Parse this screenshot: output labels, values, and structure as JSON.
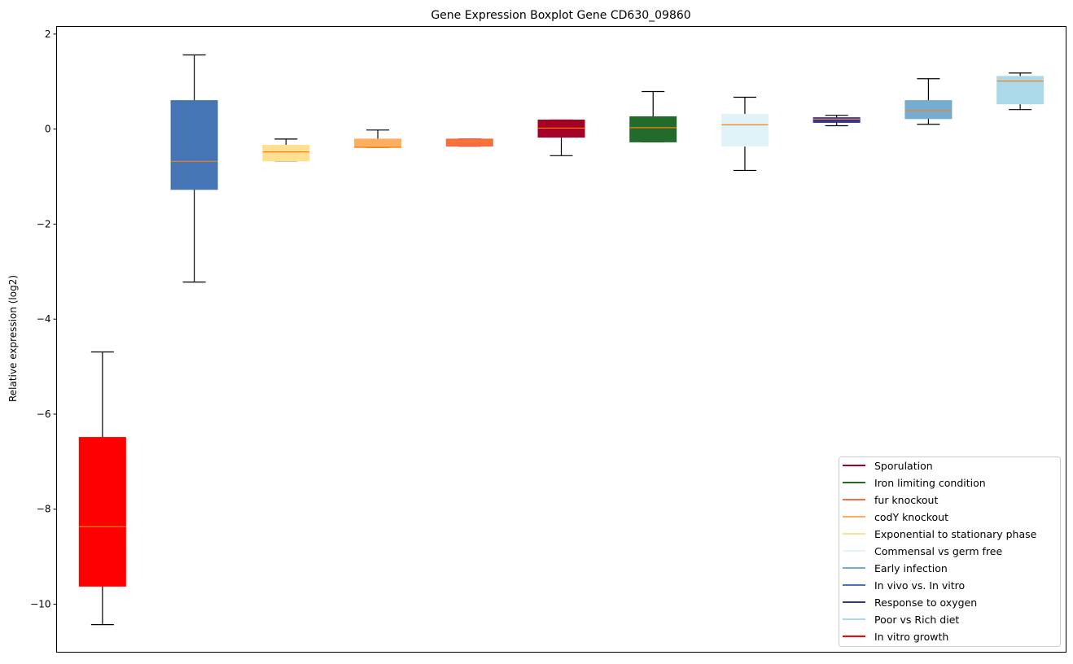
{
  "chart_data": {
    "type": "boxplot",
    "title": "Gene Expression Boxplot Gene CD630_09860",
    "xlabel": "",
    "ylabel": "Relative expression (log2)",
    "ylim": [
      -11.01,
      2.16
    ],
    "yticks": [
      2,
      0,
      -2,
      -4,
      -6,
      -8,
      -10
    ],
    "ytick_labels": [
      "2",
      "0",
      "−2",
      "−4",
      "−6",
      "−8",
      "−10"
    ],
    "grid": false,
    "legend_position": "lower-right",
    "median_color": "#ff7f0e",
    "boxes": [
      {
        "name": "In vitro growth",
        "color": "#ff0000",
        "whislo": -10.43,
        "q1": -9.62,
        "med": -8.37,
        "q3": -6.49,
        "whishi": -4.69
      },
      {
        "name": "In vivo vs. In vitro",
        "color": "#4575b4",
        "whislo": -3.22,
        "q1": -1.27,
        "med": -0.68,
        "q3": 0.6,
        "whishi": 1.56
      },
      {
        "name": "Exponential to stationary phase",
        "color": "#fee090",
        "whislo": -0.67,
        "q1": -0.67,
        "med": -0.48,
        "q3": -0.34,
        "whishi": -0.21
      },
      {
        "name": "codY knockout",
        "color": "#fdae61",
        "whislo": -0.39,
        "q1": -0.39,
        "med": -0.38,
        "q3": -0.21,
        "whishi": -0.02
      },
      {
        "name": "fur knockout",
        "color": "#f46d43",
        "whislo": -0.36,
        "q1": -0.36,
        "med": -0.26,
        "q3": -0.21,
        "whishi": -0.21
      },
      {
        "name": "Sporulation",
        "color": "#a50026",
        "whislo": -0.56,
        "q1": -0.17,
        "med": 0.02,
        "q3": 0.19,
        "whishi": 0.19
      },
      {
        "name": "Iron limiting condition",
        "color": "#226b2b",
        "whislo": -0.27,
        "q1": -0.27,
        "med": 0.03,
        "q3": 0.26,
        "whishi": 0.79
      },
      {
        "name": "Commensal vs germ free",
        "color": "#e0f3f8",
        "whislo": -0.87,
        "q1": -0.36,
        "med": 0.09,
        "q3": 0.31,
        "whishi": 0.67
      },
      {
        "name": "Response to oxygen",
        "color": "#313695",
        "whislo": 0.07,
        "q1": 0.14,
        "med": 0.21,
        "q3": 0.24,
        "whishi": 0.29
      },
      {
        "name": "Early infection",
        "color": "#74add1",
        "whislo": 0.1,
        "q1": 0.22,
        "med": 0.39,
        "q3": 0.6,
        "whishi": 1.06
      },
      {
        "name": "Poor vs Rich diet",
        "color": "#abd9e9",
        "whislo": 0.41,
        "q1": 0.53,
        "med": 1.01,
        "q3": 1.11,
        "whishi": 1.18
      }
    ],
    "legend": [
      {
        "label": "Sporulation",
        "color": "#a50026"
      },
      {
        "label": "Iron limiting condition",
        "color": "#226b2b"
      },
      {
        "label": "fur knockout",
        "color": "#f46d43"
      },
      {
        "label": "codY knockout",
        "color": "#fdae61"
      },
      {
        "label": "Exponential to stationary phase",
        "color": "#fee090"
      },
      {
        "label": "Commensal vs germ free",
        "color": "#e0f3f8"
      },
      {
        "label": "Early infection",
        "color": "#74add1"
      },
      {
        "label": "In vivo vs. In vitro",
        "color": "#4575b4"
      },
      {
        "label": "Response to oxygen",
        "color": "#313695"
      },
      {
        "label": "Poor vs Rich diet",
        "color": "#abd9e9"
      },
      {
        "label": "In vitro growth",
        "color": "#ff0000"
      }
    ]
  }
}
